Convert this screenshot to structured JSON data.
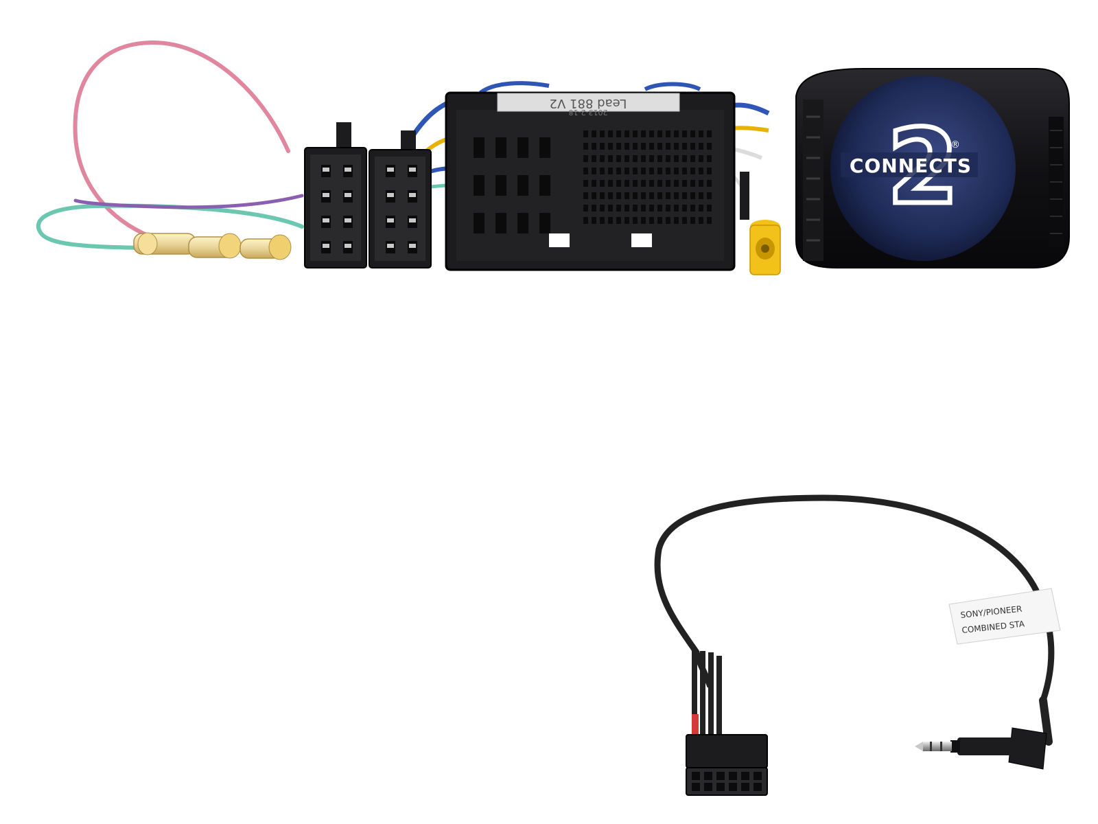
{
  "product": {
    "module_logo_text": "CONNECTS",
    "module_logo_mark": "2",
    "registered_mark": "®",
    "connector_label_main": "Lead 881 V2",
    "connector_label_sub": "2013-2-18",
    "cable_tag_line1": "SONY/PIONEER",
    "cable_tag_line2": "COMBINED STA",
    "colors": {
      "background": "#ffffff",
      "plastic_black": "#1c1c1e",
      "module_shell": "#111114",
      "logo_disc": "#1e2a55",
      "wire_pink": "#e0879f",
      "wire_green": "#6cc7b0",
      "wire_purple": "#8a5fb0",
      "wire_blue": "#2f55b5",
      "wire_yellow": "#e8b300",
      "rca_yellow": "#f2c21a",
      "cable_black": "#222222",
      "jack_silver": "#c9c9c9"
    }
  }
}
